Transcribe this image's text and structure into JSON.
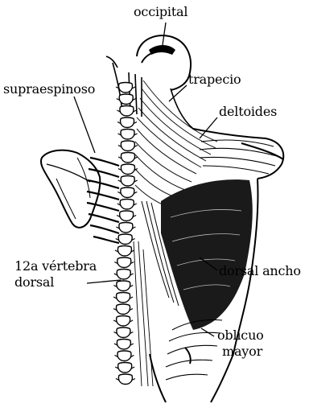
{
  "figure": {
    "labels": {
      "occipital": "occipital",
      "supraespinoso": "supraespinoso",
      "trapecio": "trapecio",
      "deltoides": "deltoides",
      "vertebra_line1": "12a vértebra",
      "vertebra_line2": "dorsal",
      "dorsal_ancho": "dorsal ancho",
      "oblicuo_line1": "oblicuo",
      "oblicuo_line2": "mayor"
    },
    "colors": {
      "ink": "#000000",
      "paper": "#ffffff",
      "shade": "#1a1a1a"
    }
  }
}
